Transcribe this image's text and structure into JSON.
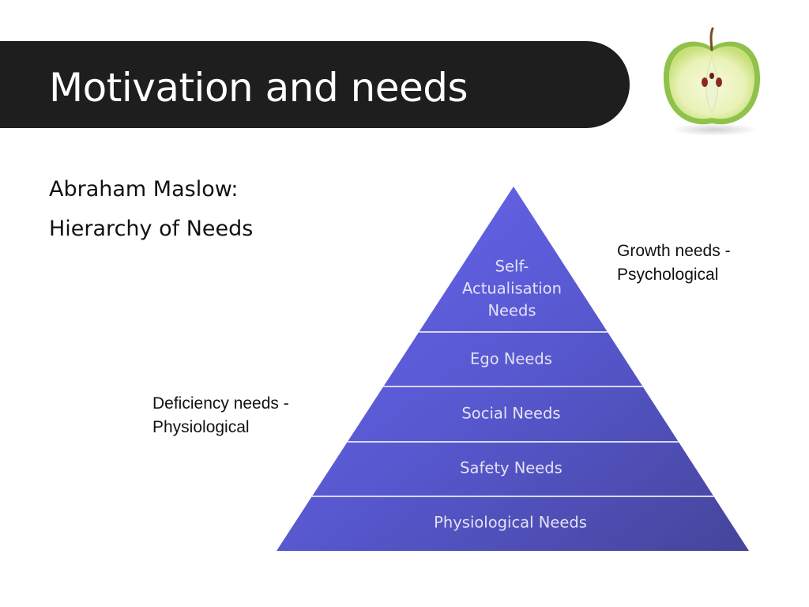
{
  "slide": {
    "title": "Motivation and needs",
    "subtitle_line1": "Abraham Maslow:",
    "subtitle_line2": "Hierarchy of Needs"
  },
  "annotations": {
    "growth": [
      "Growth needs -",
      "Psychological"
    ],
    "deficiency": [
      "Deficiency needs -",
      "Physiological"
    ]
  },
  "pyramid": {
    "levels": [
      {
        "lines": [
          "Self-",
          "Actualisation",
          "Needs"
        ]
      },
      {
        "lines": [
          "Ego Needs"
        ]
      },
      {
        "lines": [
          "Social Needs"
        ]
      },
      {
        "lines": [
          "Safety Needs"
        ]
      },
      {
        "lines": [
          "Physiological Needs"
        ]
      }
    ]
  },
  "colors": {
    "title_bar": "#1e1e1e",
    "pyramid_light": "#6464f0",
    "pyramid_dark": "#4a4aa0",
    "level_text": "#e3e3f7",
    "divider": "#d8d8f0"
  },
  "images": {
    "apple": "apple-half-image"
  }
}
